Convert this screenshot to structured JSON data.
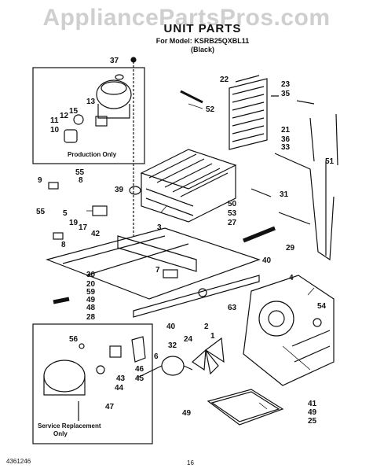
{
  "watermark": "AppliancePartsPros.com",
  "header": {
    "title": "UNIT PARTS",
    "model": "For Model: KSRB25QXBL11",
    "color": "(Black)"
  },
  "boxes": {
    "production": "Production Only",
    "service_line1": "Service Replacement",
    "service_line2": "Only"
  },
  "footer": {
    "doc_number": "4361246",
    "page_number": "16"
  },
  "callouts": [
    {
      "id": "c37",
      "text": "37"
    },
    {
      "id": "c22",
      "text": "22"
    },
    {
      "id": "c23",
      "text": "23"
    },
    {
      "id": "c35",
      "text": "35"
    },
    {
      "id": "c13",
      "text": "13"
    },
    {
      "id": "c15",
      "text": "15"
    },
    {
      "id": "c12",
      "text": "12"
    },
    {
      "id": "c11",
      "text": "11"
    },
    {
      "id": "c10",
      "text": "10"
    },
    {
      "id": "c52",
      "text": "52"
    },
    {
      "id": "c21",
      "text": "21"
    },
    {
      "id": "c36",
      "text": "36"
    },
    {
      "id": "c33",
      "text": "33"
    },
    {
      "id": "c51",
      "text": "51"
    },
    {
      "id": "c55a",
      "text": "55"
    },
    {
      "id": "c8a",
      "text": "8"
    },
    {
      "id": "c9",
      "text": "9"
    },
    {
      "id": "c39",
      "text": "39"
    },
    {
      "id": "c31",
      "text": "31"
    },
    {
      "id": "c50",
      "text": "50"
    },
    {
      "id": "c53",
      "text": "53"
    },
    {
      "id": "c27",
      "text": "27"
    },
    {
      "id": "c55b",
      "text": "55"
    },
    {
      "id": "c5",
      "text": "5"
    },
    {
      "id": "c19",
      "text": "19"
    },
    {
      "id": "c17",
      "text": "17"
    },
    {
      "id": "c3",
      "text": "3"
    },
    {
      "id": "c42",
      "text": "42"
    },
    {
      "id": "c8b",
      "text": "8"
    },
    {
      "id": "c29",
      "text": "29"
    },
    {
      "id": "c40a",
      "text": "40"
    },
    {
      "id": "c30",
      "text": "30"
    },
    {
      "id": "c7",
      "text": "7"
    },
    {
      "id": "c4",
      "text": "4"
    },
    {
      "id": "c20",
      "text": "20"
    },
    {
      "id": "c59",
      "text": "59"
    },
    {
      "id": "c49a",
      "text": "49"
    },
    {
      "id": "c48",
      "text": "48"
    },
    {
      "id": "c63",
      "text": "63"
    },
    {
      "id": "c54",
      "text": "54"
    },
    {
      "id": "c28",
      "text": "28"
    },
    {
      "id": "c40b",
      "text": "40"
    },
    {
      "id": "c2",
      "text": "2"
    },
    {
      "id": "c1",
      "text": "1"
    },
    {
      "id": "c56",
      "text": "56"
    },
    {
      "id": "c32",
      "text": "32"
    },
    {
      "id": "c24",
      "text": "24"
    },
    {
      "id": "c6",
      "text": "6"
    },
    {
      "id": "c46",
      "text": "46"
    },
    {
      "id": "c45",
      "text": "45"
    },
    {
      "id": "c43",
      "text": "43"
    },
    {
      "id": "c44",
      "text": "44"
    },
    {
      "id": "c47",
      "text": "47"
    },
    {
      "id": "c49b",
      "text": "49"
    },
    {
      "id": "c41",
      "text": "41"
    },
    {
      "id": "c49c",
      "text": "49"
    },
    {
      "id": "c25",
      "text": "25"
    }
  ]
}
